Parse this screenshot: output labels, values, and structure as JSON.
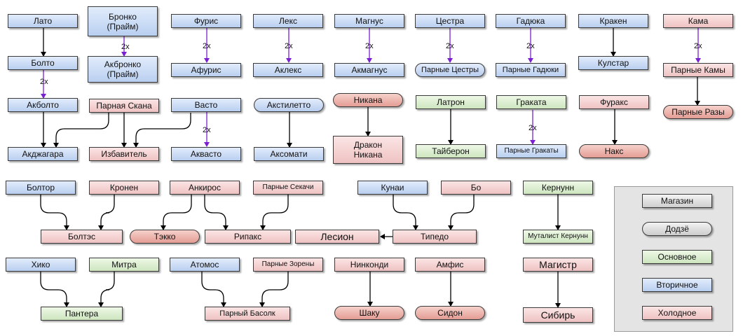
{
  "colors": {
    "shop": "#dcdcdc",
    "dojo": "#d8d8d8",
    "main": "#dcecd2",
    "secondary": "#cfdcf3",
    "cold": "#f4d2d2",
    "cold_dojo": "#eab3ab",
    "arrow_black": "#000000",
    "arrow_purple": "#7b1fd3"
  },
  "multiplier_label": "2x",
  "nodes": {
    "lato": "Лато",
    "bronko": "Бронко\n(Прайм)",
    "furis": "Фурис",
    "leks": "Лекс",
    "magnus": "Магнус",
    "cestra": "Цестра",
    "gadyuka": "Гадюка",
    "kraken": "Кракен",
    "kama": "Кама",
    "bolto": "Болто",
    "akbronko": "Акбронко\n(Прайм)",
    "afuris": "Афурис",
    "akleks": "Аклекс",
    "akmagnus": "Акмагнус",
    "parnye_cestry": "Парные Цестры",
    "parnye_gadyuki": "Парные Гадюки",
    "kulstar": "Кулстар",
    "parnye_kamy": "Парные Камы",
    "akbolto": "Акболто",
    "parnaya_skana": "Парная Скана",
    "vasto": "Васто",
    "akstiletto": "Акстилетто",
    "nikana": "Никана",
    "latron": "Латрон",
    "grakata": "Граката",
    "furaks": "Фуракс",
    "parnye_razy": "Парные Разы",
    "akdzhagara": "Акджагара",
    "izbavitel": "Избавитель",
    "akvasto": "Аквасто",
    "aksomati": "Аксомати",
    "drakon_nikana": "Дракон\nНикана",
    "tayberon": "Тайберон",
    "parnye_grakaty": "Парные Гракаты",
    "naks": "Накс",
    "boltor": "Болтор",
    "kronen": "Кронен",
    "ankiros": "Анкирос",
    "parnye_sekachi": "Парные Секачи",
    "kunai": "Кунаи",
    "bo": "Бо",
    "kernunn": "Кернунн",
    "bolteis": "Болтэс",
    "tekko": "Тэкко",
    "ripaks": "Рипакс",
    "lesion": "Лесион",
    "tipedo": "Типедо",
    "mutalist_kernunn": "Муталист Кернунн",
    "khiko": "Хико",
    "mitra": "Митра",
    "atomos": "Атомос",
    "parnye_zoreny": "Парные Зорены",
    "ninkondi": "Нинконди",
    "amfis": "Амфис",
    "magistr": "Магистр",
    "pantera": "Пантера",
    "parny_basolk": "Парный Басолк",
    "shaku": "Шаку",
    "sidon": "Сидон",
    "sibir": "Сибирь"
  },
  "legend": {
    "shop": "Магазин",
    "dojo": "Додзё",
    "main": "Основное",
    "secondary": "Вторичное",
    "cold": "Холодное"
  }
}
